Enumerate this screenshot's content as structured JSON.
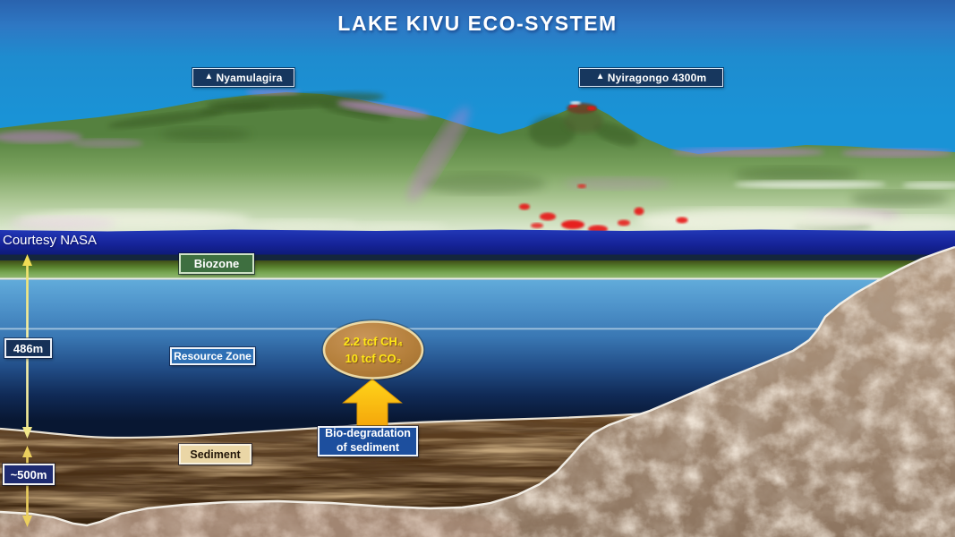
{
  "title": "LAKE KIVU ECO-SYSTEM",
  "credit": "Courtesy NASA",
  "volcanoes": [
    {
      "marker": "▲",
      "name": "Nyamulagira"
    },
    {
      "marker": "▲",
      "name": "Nyiragongo 4300m"
    }
  ],
  "zones": {
    "biozone_label": "Biozone",
    "resource_label": "Resource Zone",
    "sediment_label": "Sediment"
  },
  "depths": {
    "water_column": "486m",
    "sediment_thickness": "~500m"
  },
  "gas_reserve": {
    "methane": "2.2 tcf CH₄",
    "co2": "10 tcf CO₂"
  },
  "process": {
    "line1": "Bio-degradation",
    "line2": "of sediment"
  },
  "colors": {
    "accent_arrow": "#fdc20c",
    "label_navy": "#17375e",
    "label_blue": "#2e70b5",
    "label_green": "#3e6f40",
    "gas_ellipse": "#b5803c",
    "gas_text": "#ffe715",
    "lake_surface": "#1b2ca6"
  }
}
